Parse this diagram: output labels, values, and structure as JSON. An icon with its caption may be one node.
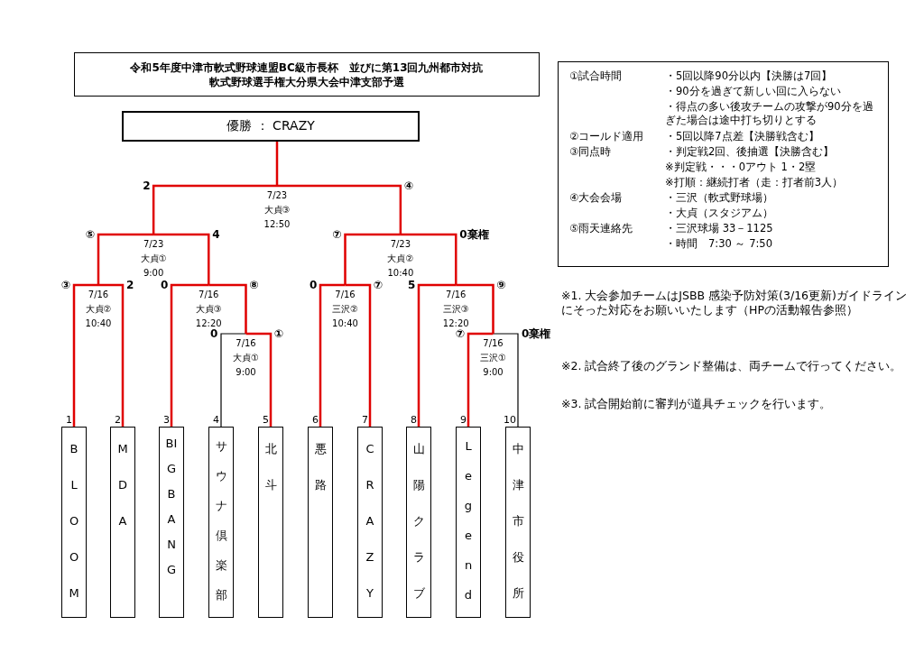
{
  "diagram": {
    "title": "令和5年度中津市軟式野球連盟BC級市長杯　並びに第13回九州都市対抗軟式野球選手権大分県大会中津支部予選",
    "nodes": [
      {
        "text": [
          "優勝 ： CRAZY"
        ]
      },
      {
        "text": [
          "7/23",
          "大貞③",
          "12:50"
        ]
      },
      {
        "text": [
          "7/23",
          "大貞①",
          "9:00"
        ]
      },
      {
        "text": [
          "7/23",
          "大貞②",
          "10:40"
        ]
      },
      {
        "text": [
          "7/16",
          "大貞②",
          "10:40"
        ]
      },
      {
        "text": [
          "7/16",
          "大貞③",
          "12:20"
        ]
      },
      {
        "text": [
          "7/16",
          "大貞①",
          "9:00"
        ]
      },
      {
        "text": [
          "7/16",
          "三沢②",
          "10:40"
        ]
      },
      {
        "text": [
          "7/16",
          "三沢③",
          "12:20"
        ]
      },
      {
        "text": [
          "7/16",
          "三沢①",
          "9:00"
        ]
      },
      {
        "text": [
          "BLOOM"
        ],
        "beside": [
          "1"
        ]
      },
      {
        "text": [
          "MDA"
        ],
        "beside": [
          "2"
        ]
      },
      {
        "text": [
          "BIGBANG"
        ],
        "beside": [
          "3"
        ]
      },
      {
        "text": [
          "サウナ倶楽部"
        ],
        "beside": [
          "4"
        ]
      },
      {
        "text": [
          "北斗"
        ],
        "beside": [
          "5"
        ]
      },
      {
        "text": [
          "悪路"
        ],
        "beside": [
          "6"
        ]
      },
      {
        "text": [
          "CRAZY"
        ],
        "beside": [
          "7"
        ]
      },
      {
        "text": [
          "山陽クラブ"
        ],
        "beside": [
          "8"
        ]
      },
      {
        "text": [
          "Legend"
        ],
        "beside": [
          "9"
        ]
      },
      {
        "text": [
          "中津市役所"
        ],
        "beside": [
          "10"
        ]
      },
      {
        "text": [
          "①試合時間",
          "・5回以降90分以内【決勝は7回】",
          "・90分を過ぎて新しい回に入らない",
          "・得点の多い後攻チームの攻撃が90分を過ぎた場合は途中打ち切りとする",
          "②コールド適用",
          "・5回以降7点差【決勝戦含む】",
          "③同点時",
          "・判定戦2回、後抽選【決勝含む】",
          "※判定戦・・・0アウト 1・2塁",
          "※打順：継続打者（走：打者前3人）",
          "④大会会場",
          "・三沢（軟式野球場）",
          "・大貞（スタジアム）",
          "⑤雨天連絡先",
          "・三沢球場 33－1125",
          "・時間　7:30 ～ 7:50"
        ]
      }
    ],
    "edges": [
      {
        "from": 10,
        "to": 4,
        "arrow": "none",
        "label": "③"
      },
      {
        "from": 11,
        "to": 4,
        "arrow": "none",
        "label": "2"
      },
      {
        "from": 13,
        "to": 6,
        "arrow": "none",
        "label": "0",
        "color": "#000000"
      },
      {
        "from": 14,
        "to": 6,
        "arrow": "none",
        "label": "①"
      },
      {
        "from": 12,
        "to": 5,
        "arrow": "none",
        "label": "0"
      },
      {
        "from": 6,
        "to": 5,
        "arrow": "none",
        "label": "⑧"
      },
      {
        "from": 4,
        "to": 2,
        "arrow": "none",
        "label": "⑤"
      },
      {
        "from": 5,
        "to": 2,
        "arrow": "none",
        "label": "4"
      },
      {
        "from": 15,
        "to": 7,
        "arrow": "none",
        "label": "0"
      },
      {
        "from": 16,
        "to": 7,
        "arrow": "none",
        "label": "⑦"
      },
      {
        "from": 18,
        "to": 9,
        "arrow": "none",
        "label": "⑦"
      },
      {
        "from": 19,
        "to": 9,
        "arrow": "none",
        "label": "0棄権",
        "color": "#000000"
      },
      {
        "from": 17,
        "to": 8,
        "arrow": "none",
        "label": "5"
      },
      {
        "from": 9,
        "to": 8,
        "arrow": "none",
        "label": "⑨"
      },
      {
        "from": 7,
        "to": 3,
        "arrow": "none",
        "label": "⑦"
      },
      {
        "from": 8,
        "to": 3,
        "arrow": "none",
        "label": "0棄権"
      },
      {
        "from": 2,
        "to": 1,
        "arrow": "none",
        "label": "2"
      },
      {
        "from": 3,
        "to": 1,
        "arrow": "none",
        "label": "④"
      },
      {
        "from": 1,
        "to": 0,
        "arrow": "none"
      }
    ],
    "labels": [
      "※1. 大会参加チームはJSBB 感染予防対策(3/16更新)ガイドラインにそった対応をお願いいたします（HPの活動報告参照）",
      "※2. 試合終了後のグランド整備は、両チームで行ってください。",
      "※3. 試合開始前に審判が道具チェックを行います。"
    ]
  }
}
